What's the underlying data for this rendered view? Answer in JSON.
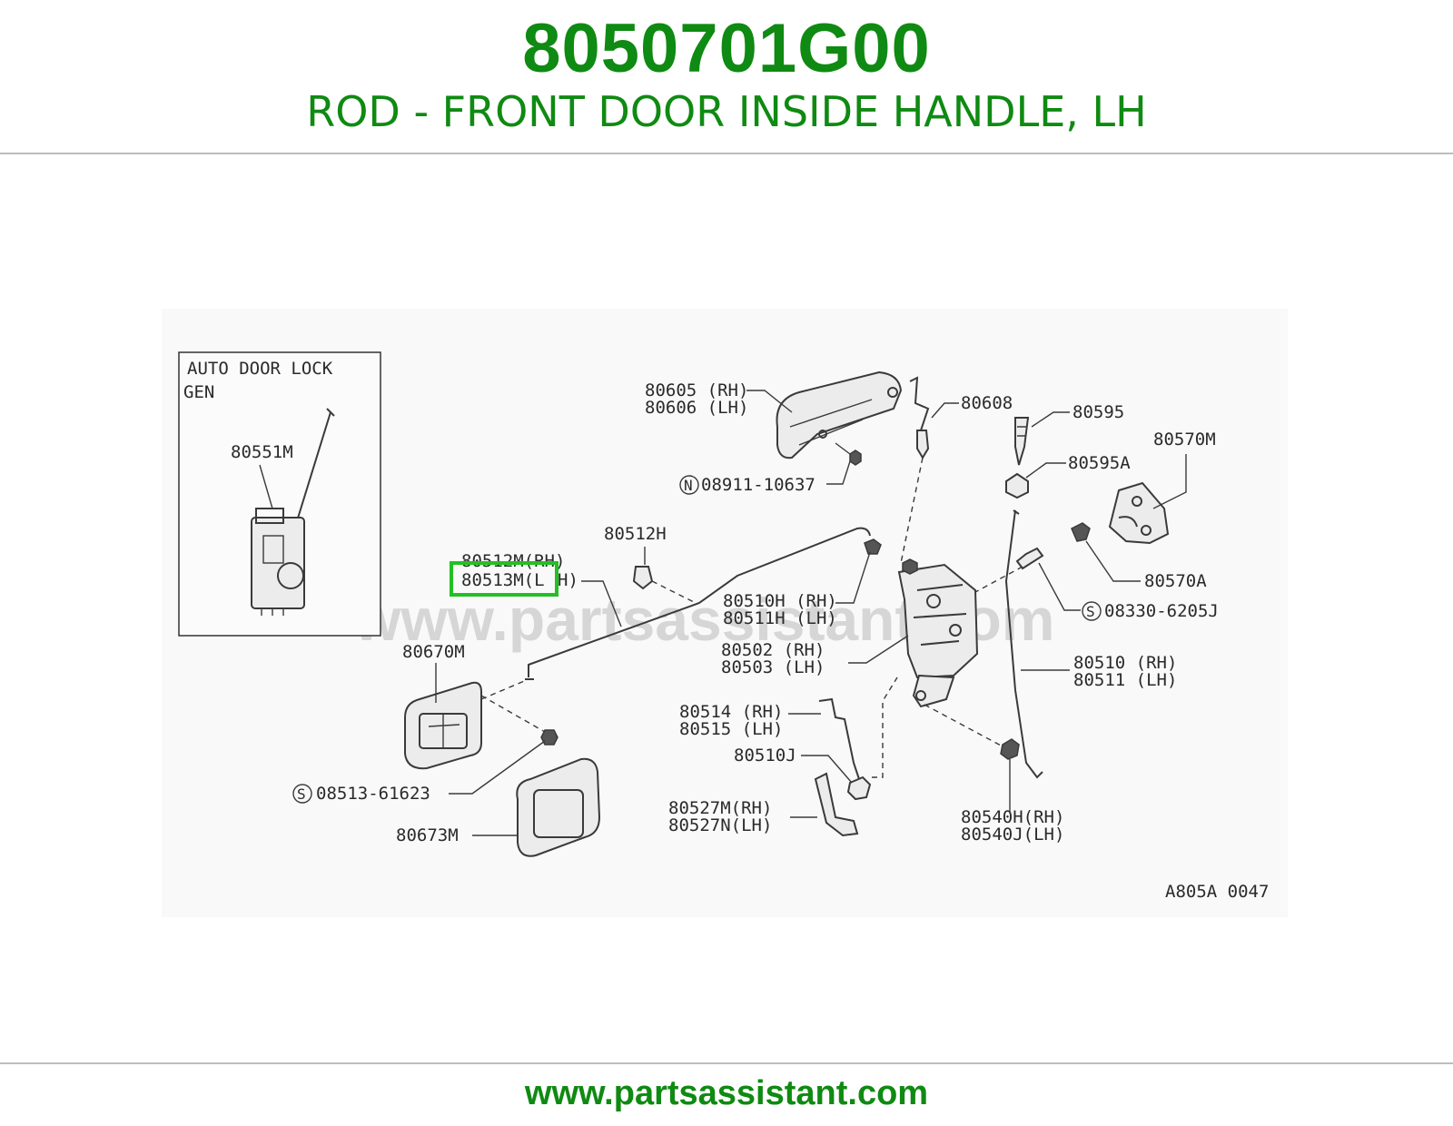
{
  "header": {
    "part_number": "8050701G00",
    "description": "ROD - FRONT DOOR INSIDE HANDLE, LH"
  },
  "footer": {
    "url": "www.partsassistant.com"
  },
  "watermark": "www.partsassistant.com",
  "inset": {
    "title": "AUTO DOOR LOCK",
    "subtitle": "GEN",
    "label": "80551M"
  },
  "callouts": {
    "c80605": "80605 (RH)",
    "c80606": "80606 (LH)",
    "c80608": "80608",
    "c80595": "80595",
    "c80570M": "80570M",
    "c80595A": "80595A",
    "c08911": "08911-10637",
    "c80512H": "80512H",
    "c80512M": "80512M(RH)",
    "c80513M": "80513M(L",
    "c80513M_tail": "H)",
    "c80570A": "80570A",
    "c80510H": "80510H (RH)",
    "c80511H": "80511H (LH)",
    "c08330": "08330-6205J",
    "c80670M": "80670M",
    "c80502": "80502 (RH)",
    "c80503": "80503 (LH)",
    "c80510": "80510  (RH)",
    "c80511": "80511  (LH)",
    "c80514": "80514 (RH)",
    "c80515": "80515 (LH)",
    "c80510J": "80510J",
    "c08513": "08513-61623",
    "c80527M": "80527M(RH)",
    "c80527N": "80527N(LH)",
    "c80540H": "80540H(RH)",
    "c80540J": "80540J(LH)",
    "c80673M": "80673M",
    "code": "A805A 0047"
  },
  "symbols": {
    "N": "N",
    "S": "S"
  },
  "colors": {
    "brand_green": "#0f8a12",
    "highlight_green": "#22c022"
  }
}
